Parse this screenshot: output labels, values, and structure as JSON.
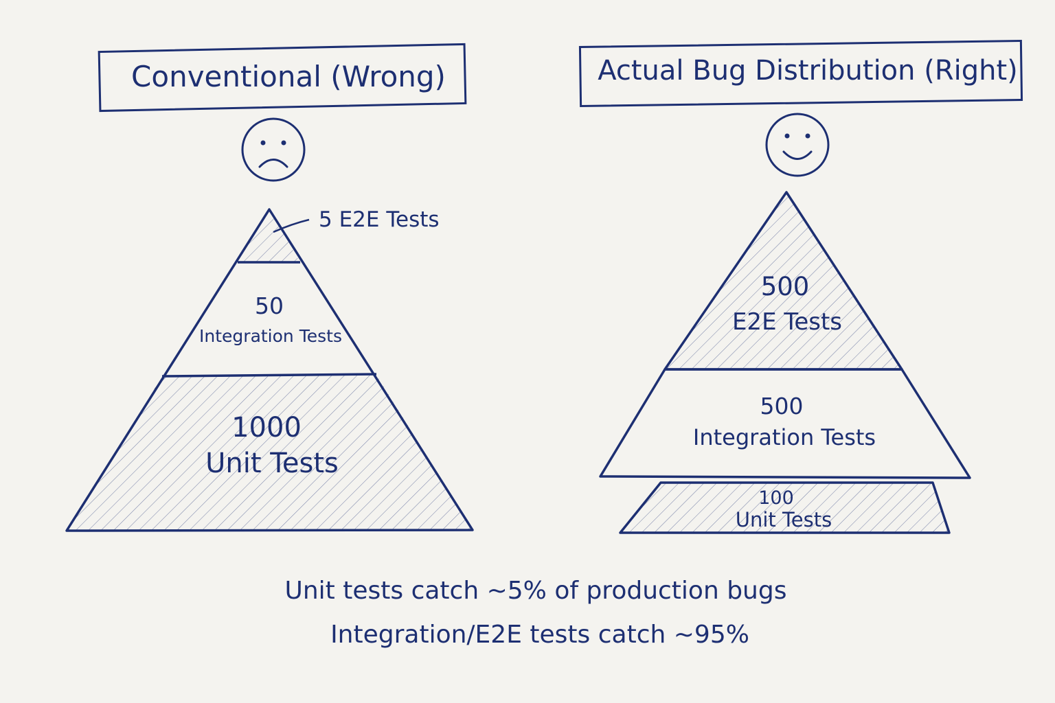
{
  "ink_color": "#1d2f72",
  "background_color": "#f4f3ef",
  "left": {
    "title": "Conventional (Wrong)",
    "face": "sad-face-icon",
    "top_callout": "5 E2E Tests",
    "middle_count": "50",
    "middle_label": "Integration Tests",
    "bottom_count": "1000",
    "bottom_label": "Unit Tests"
  },
  "right": {
    "title": "Actual Bug Distribution (Right)",
    "face": "smiley-face-icon",
    "top_count": "500",
    "top_label": "E2E Tests",
    "middle_count": "500",
    "middle_label": "Integration Tests",
    "bottom_count": "100",
    "bottom_label": "Unit Tests"
  },
  "footer": {
    "line1": "Unit tests catch ~5% of production bugs",
    "line2": "Integration/E2E tests catch ~95%"
  }
}
